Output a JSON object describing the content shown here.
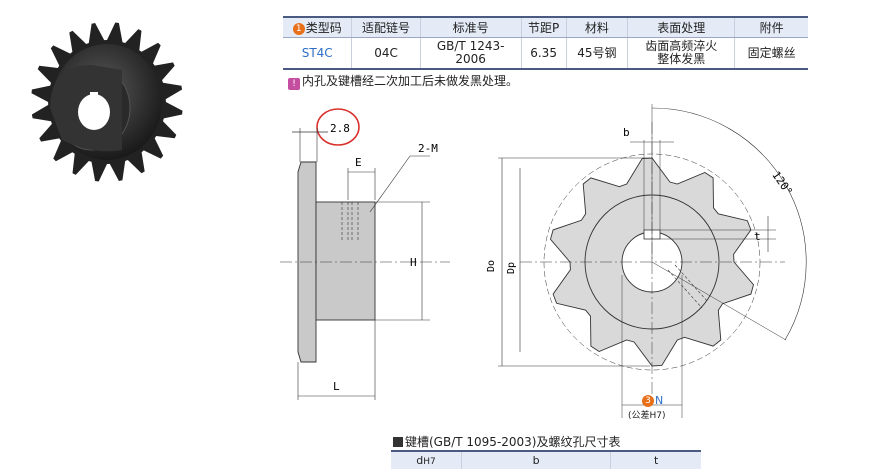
{
  "spec_table": {
    "headers": [
      "类型码",
      "适配链号",
      "标准号",
      "节距P",
      "材料",
      "表面处理",
      "附件"
    ],
    "header_badge": "1",
    "row": {
      "type_code": "ST4C",
      "chain_no": "04C",
      "standard_line1": "GB/T 1243-",
      "standard_line2": "2006",
      "pitch": "6.35",
      "material": "45号钢",
      "surface_line1": "齿面高频淬火",
      "surface_line2": "整体发黑",
      "accessory": "固定螺丝"
    }
  },
  "note": {
    "icon": "!",
    "text": "内孔及键槽经二次加工后未做发黑处理。"
  },
  "side_view": {
    "thickness": "2.8",
    "label_E": "E",
    "label_M": "2-M",
    "label_H": "H",
    "label_L": "L"
  },
  "front_view": {
    "label_b": "b",
    "label_t": "t",
    "angle": "120°",
    "label_Do": "Do",
    "label_Dp": "Dp",
    "badge": "3",
    "label_N": "N",
    "tolerance": "(公差H7)"
  },
  "key_table": {
    "title": "键槽(GB/T 1095-2003)及螺纹孔尺寸表",
    "headers": {
      "d": "d",
      "d_sub": "H7",
      "b": "b",
      "t": "t"
    }
  },
  "colors": {
    "accent_blue": "#2f6fc6",
    "badge_orange": "#e8701a",
    "table_border": "#4a5a80",
    "header_bg": "#e4ebf6",
    "highlight_circle": "#d9302c",
    "note_icon": "#c44fa0"
  }
}
